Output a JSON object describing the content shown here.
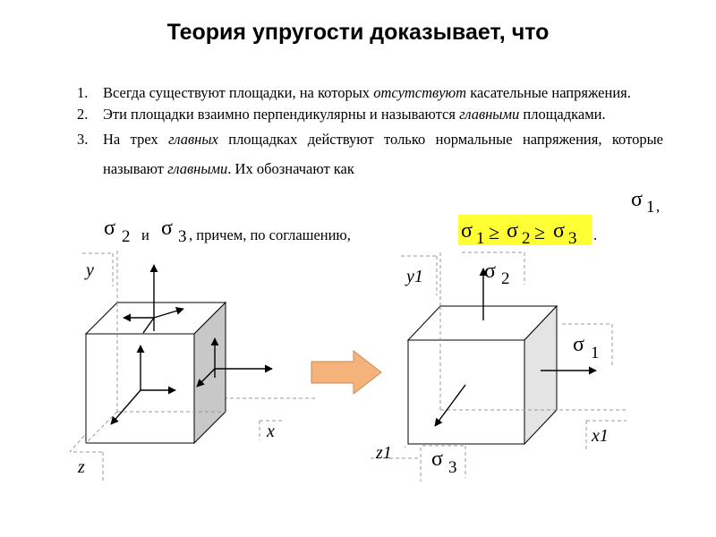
{
  "title": "Теория упругости доказывает, что",
  "list": [
    {
      "num": "1.",
      "a": "Всегда существуют площадки, на которых ",
      "b": "отсутствуют",
      "c": " касательные напряжения."
    },
    {
      "num": "2.",
      "a": "Эти площадки взаимно перпендикулярны и называются ",
      "b": "главными",
      "c": " площадками."
    },
    {
      "num": "3.",
      "a": "На трех ",
      "b": "главных",
      "c": " площадках действуют только нормальные напряжения, которые называют ",
      "d": "главными",
      "e": ". Их обозначают как",
      "f": ",",
      "g": "и",
      "h": ", причем, по соглашению,",
      "i": "."
    }
  ],
  "symbols": {
    "sigma": "σ",
    "s1": "1",
    "s2": "2",
    "s3": "3",
    "geq": "≥"
  },
  "axes_left": {
    "y": "y",
    "x": "x",
    "z": "z"
  },
  "axes_right": {
    "y": "y1",
    "x": "x1",
    "z": "z1"
  },
  "colors": {
    "highlight": "#ffff33",
    "arrow_fill": "#f5b27a",
    "face_dark": "#c8c8c8",
    "face_light": "#e4e4e4"
  }
}
